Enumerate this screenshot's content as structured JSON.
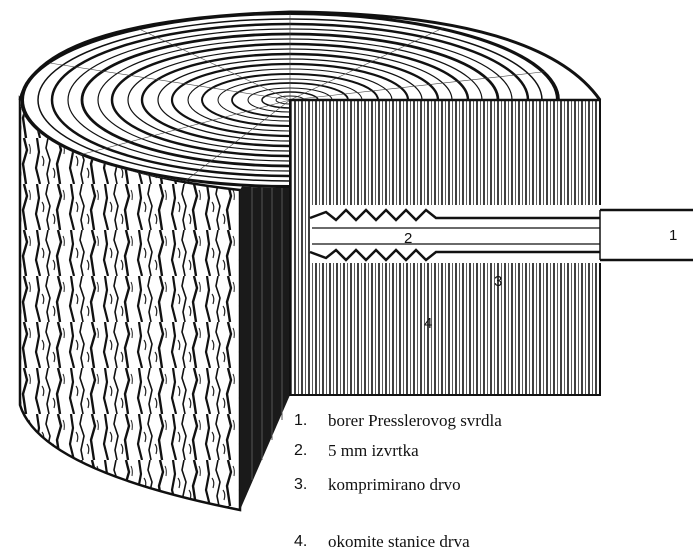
{
  "diagram": {
    "callouts": [
      {
        "number": "1"
      },
      {
        "number": "2"
      },
      {
        "number": "3"
      },
      {
        "number": "4"
      }
    ]
  },
  "legend": {
    "items": [
      {
        "number": "1.",
        "text": "borer Presslerovog svrdla"
      },
      {
        "number": "2.",
        "text": "5 mm izvrtka"
      },
      {
        "number": "3.",
        "text": "komprimirano drvo"
      },
      {
        "number": "4.",
        "text": "okomite stanice drva"
      }
    ]
  },
  "colors": {
    "ink": "#111111",
    "paper": "#ffffff",
    "bark_shadow": "#2a2a2a"
  }
}
